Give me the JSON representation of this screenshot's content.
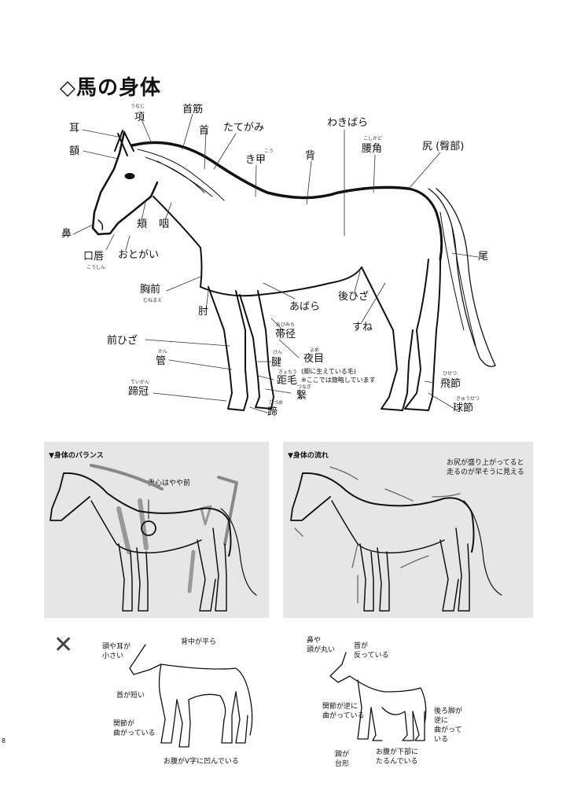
{
  "title": "◇馬の身体",
  "labels": {
    "mimi": "耳",
    "hitai": "額",
    "unaji": "項",
    "unaji_ruby": "うなじ",
    "kubisuji": "首筋",
    "kubi": "首",
    "tategami": "たてがみ",
    "kikou": "き甲",
    "kikou_ruby": "こう",
    "se": "背",
    "wakibara": "わきばら",
    "koshikado": "腰角",
    "koshikado_ruby": "こしかど",
    "shiri": "尻 (臀部)",
    "hana": "鼻",
    "hoo": "頬",
    "nodo": "咽",
    "kuchibiru": "口唇",
    "kuchibiru_ruby": "こうしん",
    "otogai": "おとがい",
    "o": "尾",
    "munamae": "胸前",
    "munamae_ruby": "むねまえ",
    "hiji": "肘",
    "abara": "あばら",
    "ushirohiza": "後ひざ",
    "sune": "すね",
    "obimichi": "帯径",
    "obimichi_ruby": "おびみち",
    "maehiza": "前ひざ",
    "kan": "管",
    "kan_ruby": "かん",
    "ken": "腱",
    "ken_ruby": "けん",
    "yome": "夜目",
    "yome_ruby": "よめ",
    "hisetsu": "飛節",
    "hisetsu_ruby": "ひせつ",
    "kyomou": "距毛",
    "kyomou_ruby": "きょもう",
    "kyomou_note": "(脚に生えている毛)",
    "kyomou_note2": "※ここでは簡略しています",
    "teikan": "蹄冠",
    "teikan_ruby": "ていかん",
    "tsunagi": "繋",
    "tsunagi_ruby": "つなぎ",
    "kyusetsu": "球節",
    "kyusetsu_ruby": "きゅうせつ",
    "hizume": "蹄",
    "hizume_ruby": "ひづめ"
  },
  "panels": {
    "balance_title": "▼身体のバランス",
    "balance_note": "重心はやや前",
    "flow_title": "▼身体の流れ",
    "flow_note_1": "お尻が盛り上がってると",
    "flow_note_2": "走るのが早そうに見える"
  },
  "bad": {
    "mark": "✕",
    "a1": "頭や耳が",
    "a2": "小さい",
    "b": "背中が平ら",
    "c": "首が短い",
    "d1": "関節が",
    "d2": "曲がっている",
    "e": "お腹がV字に凹んでいる",
    "f1": "鼻や",
    "f2": "頭が丸い",
    "g1": "首が",
    "g2": "反っている",
    "h1": "関節が逆に",
    "h2": "曲がっている",
    "i1": "後ろ脚が",
    "i2": "逆に",
    "i3": "曲がって",
    "i4": "いる",
    "j1": "蹄が",
    "j2": "台形",
    "k1": "お腹が下部に",
    "k2": "たるんでいる"
  },
  "page_number": "8"
}
